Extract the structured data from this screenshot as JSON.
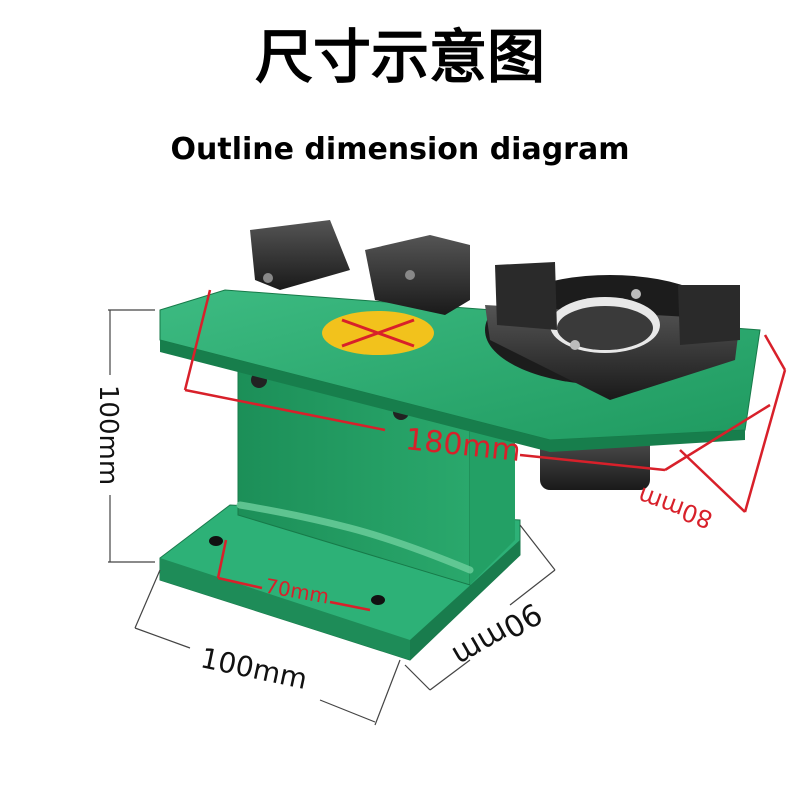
{
  "title_cn": "尺寸示意图",
  "title_en": "Outline dimension diagram",
  "dimensions": {
    "height_left": "100mm",
    "length_top": "180mm",
    "width_right": "80mm",
    "base_length": "100mm",
    "base_width": "90mm",
    "hole_spacing": "70mm"
  },
  "colors": {
    "body_green": "#2fa872",
    "dim_red": "#d8202a",
    "dim_gray": "#444444",
    "holder_black": "#2a2a2a"
  }
}
